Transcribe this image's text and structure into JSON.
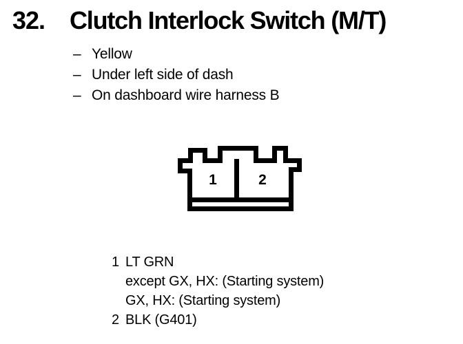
{
  "colors": {
    "ink": "#000000",
    "paper": "#ffffff"
  },
  "header": {
    "number": "32.",
    "title": "Clutch Interlock Switch (M/T)"
  },
  "details": {
    "dash": "–",
    "items": [
      "Yellow",
      "Under left side of dash",
      "On dashboard wire harness B"
    ]
  },
  "connector": {
    "type": "2P connector drawing",
    "pins": [
      {
        "id": "1"
      },
      {
        "id": "2"
      }
    ]
  },
  "legend": {
    "rows": [
      {
        "pin": "1",
        "text": "LT GRN"
      },
      {
        "pin": "",
        "text": "except GX, HX: (Starting system)"
      },
      {
        "pin": "",
        "text": "GX, HX: (Starting system)"
      },
      {
        "pin": "2",
        "text": "BLK (G401)"
      }
    ]
  }
}
